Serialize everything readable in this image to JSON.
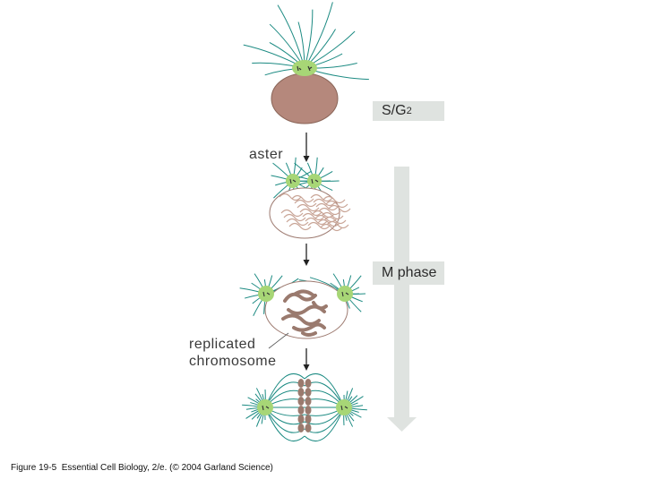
{
  "figure": {
    "stage_labels": {
      "s_g2": {
        "main": "S/G",
        "sub": "2"
      },
      "m_phase": "M phase"
    },
    "annotations": {
      "aster": "aster",
      "replicated_chromosome_line1": "replicated",
      "replicated_chromosome_line2": "chromosome"
    },
    "caption": "Figure 19-5  Essential Cell Biology, 2/e. (© 2004 Garland Science)",
    "colors": {
      "nucleus_fill": "#b5887c",
      "nucleus_outline": "#8a6558",
      "centrosome_fill": "#a7d676",
      "microtubule": "#1b8a82",
      "chromatin": "#c9a597",
      "chromosome": "#9a7a6e",
      "phase_bar": "#dfe3e0",
      "arrow": "#222222"
    }
  }
}
